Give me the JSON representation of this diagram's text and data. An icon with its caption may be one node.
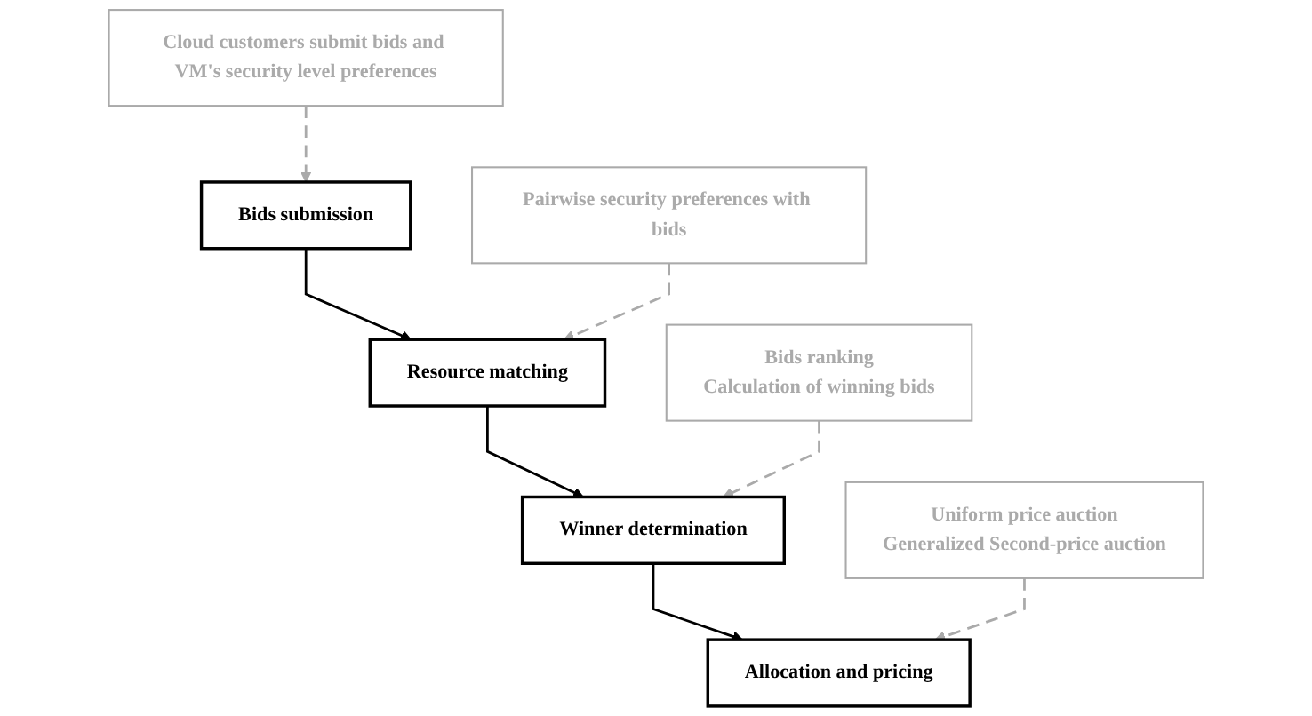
{
  "diagram": {
    "nodes": [
      {
        "text": [
          "Bids submission"
        ]
      },
      {
        "text": [
          "Resource matching"
        ]
      },
      {
        "text": [
          "Winner determination"
        ]
      },
      {
        "text": [
          "Allocation and pricing"
        ]
      },
      {
        "text": [
          "Cloud customers submit bids and VM's security level preferences"
        ]
      },
      {
        "text": [
          "Pairwise security preferences with bids"
        ]
      },
      {
        "text": [
          "Bids ranking",
          "Calculation of winning bids"
        ]
      },
      {
        "text": [
          "Uniform price auction",
          "Generalized Second-price auction"
        ]
      }
    ],
    "edges": [
      {
        "from": 0,
        "to": 1,
        "arrow": "to",
        "color": "#000000"
      },
      {
        "from": 1,
        "to": 2,
        "arrow": "to",
        "color": "#000000"
      },
      {
        "from": 2,
        "to": 3,
        "arrow": "to",
        "color": "#000000"
      },
      {
        "from": 4,
        "to": 0,
        "arrow": "to",
        "style": "dashed"
      },
      {
        "from": 5,
        "to": 1,
        "arrow": "to",
        "style": "dashed"
      },
      {
        "from": 6,
        "to": 2,
        "arrow": "to",
        "style": "dashed"
      },
      {
        "from": 7,
        "to": 3,
        "arrow": "to",
        "style": "dashed"
      }
    ]
  }
}
